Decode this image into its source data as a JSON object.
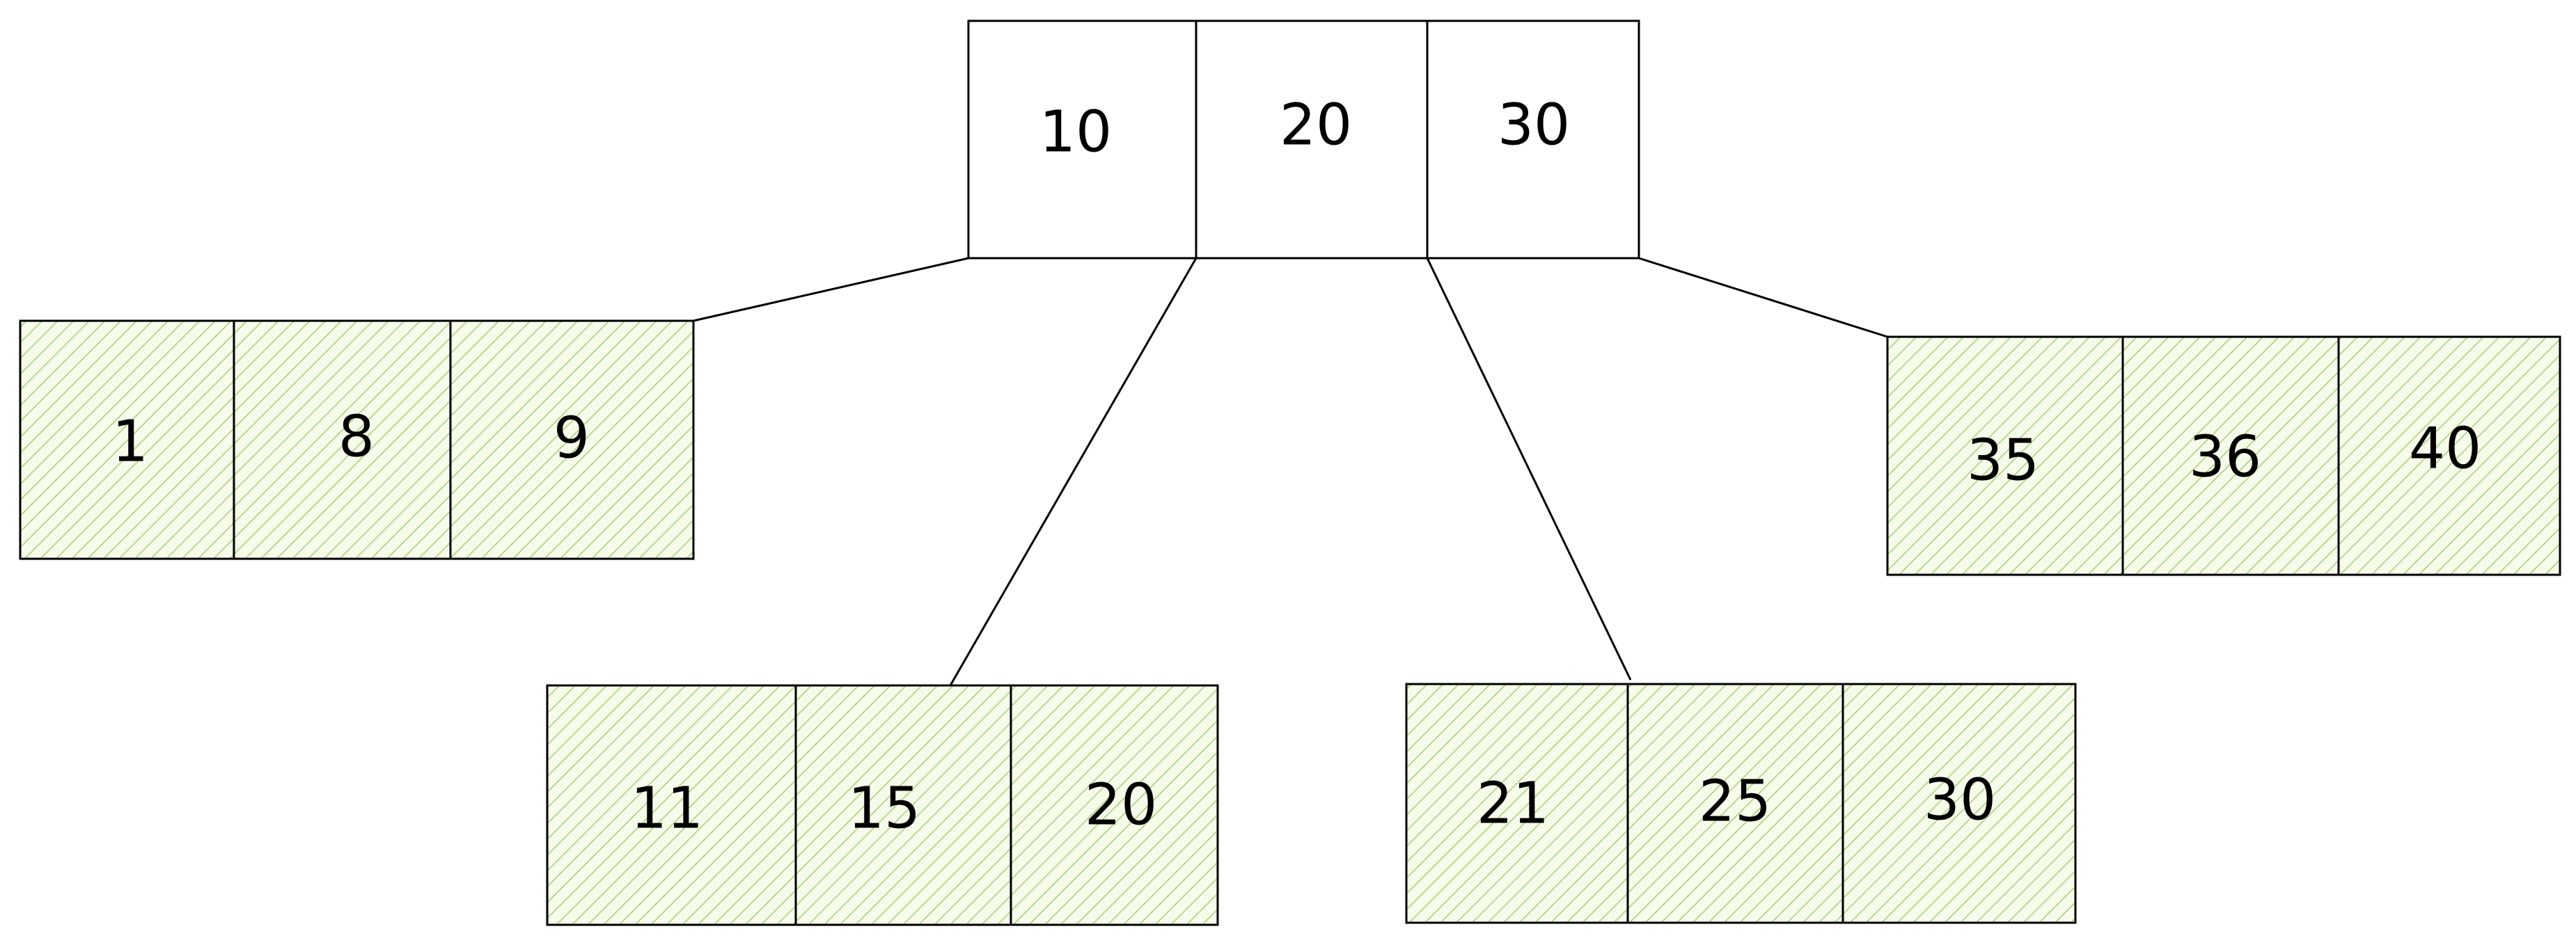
{
  "colors": {
    "background": "#ffffff",
    "stroke": "#000000",
    "leaf_fill": "#f6fbea",
    "leaf_hatch": "#a6cf7a",
    "text": "#000000"
  },
  "tree": {
    "root": {
      "keys": [
        "10",
        "20",
        "30"
      ]
    },
    "leaves": [
      {
        "keys": [
          "1",
          "8",
          "9"
        ]
      },
      {
        "keys": [
          "11",
          "15",
          "20"
        ]
      },
      {
        "keys": [
          "21",
          "25",
          "30"
        ]
      },
      {
        "keys": [
          "35",
          "36",
          "40"
        ]
      }
    ]
  }
}
